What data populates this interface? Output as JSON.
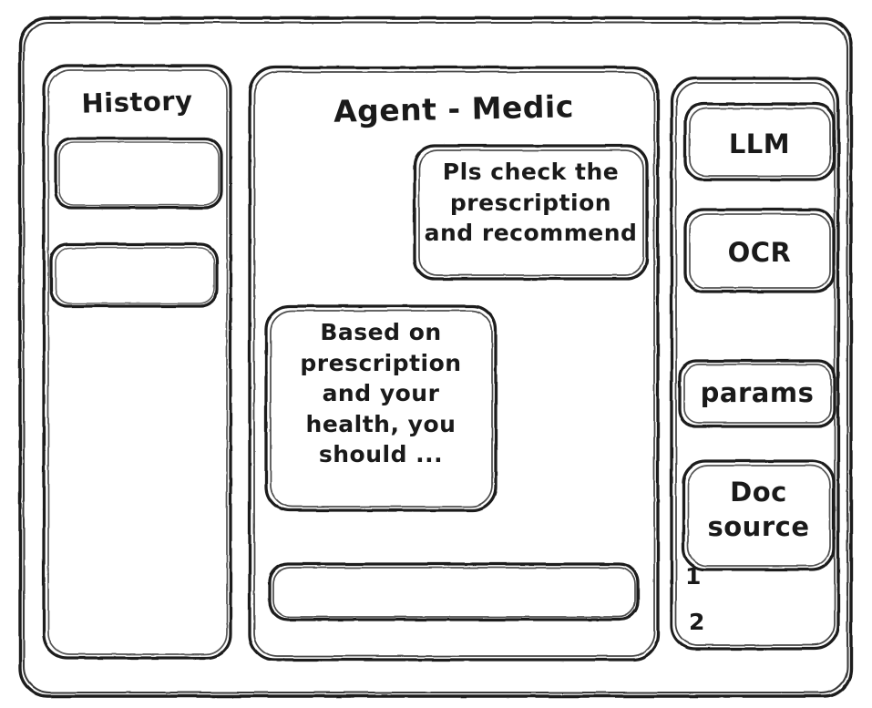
{
  "app": {
    "title": "Agent - Medic"
  },
  "colors": {
    "stroke": "#1a1a1a",
    "background": "#ffffff"
  },
  "sidebar_left": {
    "title": "History",
    "items": [
      {
        "label": ""
      },
      {
        "label": ""
      }
    ]
  },
  "main": {
    "title": "Agent - Medic",
    "messages": [
      {
        "role": "user",
        "text": "Pls check the\nprescription\nand recommend"
      },
      {
        "role": "agent",
        "text": "Based on\nprescription\nand your\nhealth, you\nshould ..."
      }
    ],
    "composer": {
      "value": "",
      "placeholder": ""
    }
  },
  "sidebar_right": {
    "tools": [
      {
        "label": "LLM"
      },
      {
        "label": "OCR"
      }
    ],
    "params": {
      "label": "params"
    },
    "doc_source": {
      "label": "Doc\nsource",
      "items": [
        "1",
        "2"
      ]
    }
  }
}
